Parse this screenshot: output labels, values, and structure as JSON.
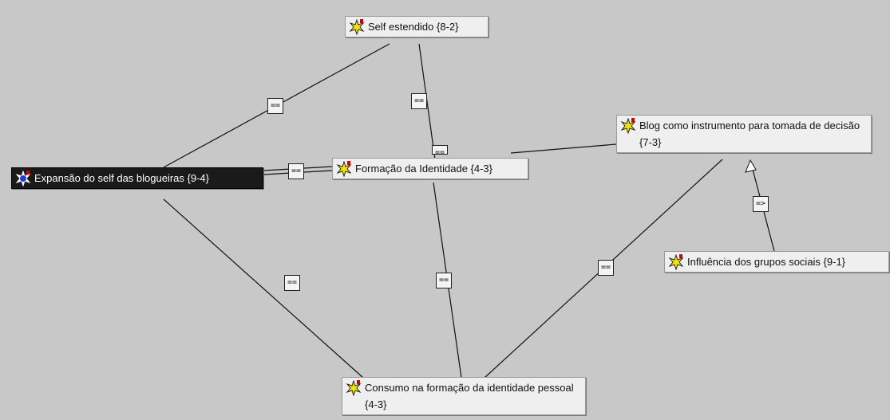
{
  "colors": {
    "canvas_background": "#c8c8c8",
    "node_background": "#efefef",
    "selected_node_background": "#1a1a1a",
    "edge": "#111111",
    "code_icon_star": "#f2e600",
    "code_icon_selected_star": "#1f3fe0"
  },
  "nodes": {
    "self_estendido": {
      "label": "Self estendido {8-2}",
      "icon": "code-star-icon"
    },
    "formacao_identidade": {
      "label": "Formação da Identidade {4-3}",
      "icon": "code-star-icon"
    },
    "blog_instrumento": {
      "label": "Blog como instrumento para tomada de decisão {7-3}",
      "icon": "code-star-icon"
    },
    "expansao_self": {
      "label": "Expansão do self das blogueiras {9-4}",
      "icon": "code-star-icon",
      "selected": true
    },
    "influencia_grupos": {
      "label": "Influência dos grupos sociais {9-1}",
      "icon": "code-star-icon"
    },
    "consumo_formacao": {
      "label": "Consumo na formação da identidade pessoal {4-3}",
      "icon": "code-star-icon"
    }
  },
  "relations": {
    "expansao_self_estendido": "==",
    "self_estendido_formacao": "==",
    "expansao_formacao": "==",
    "formacao_blog": "==",
    "expansao_consumo": "==",
    "formacao_consumo": "==",
    "consumo_blog": "==",
    "influencia_blog": "=>"
  }
}
